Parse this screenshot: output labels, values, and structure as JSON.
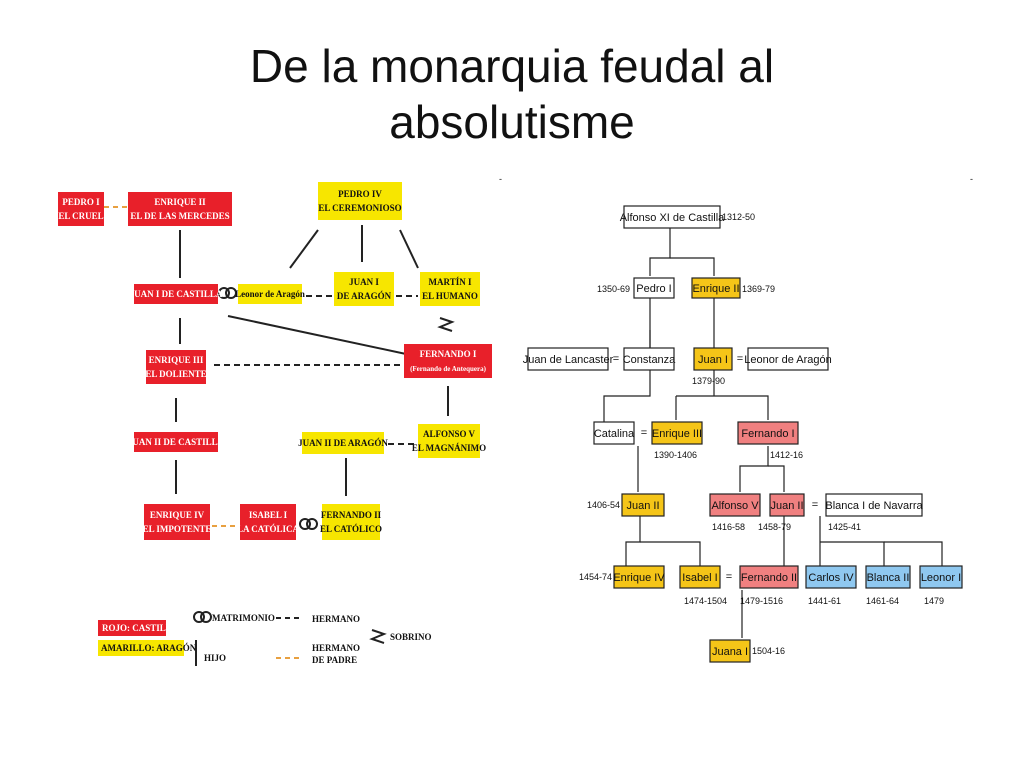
{
  "title": {
    "line1": "De la monarquia feudal al",
    "line2": "absolutisme"
  },
  "colors": {
    "castilla": "#e8202a",
    "aragon": "#f7e600",
    "red_pale": "#f08080",
    "yellow": "#f5c518",
    "blue_pale": "#8fc8f0",
    "line": "#222222",
    "dash_orange": "#e8a040"
  },
  "left_tree": {
    "pedro_i": [
      "PEDRO I",
      "EL CRUEL"
    ],
    "enrique_ii": [
      "ENRIQUE II",
      "EL DE LAS MERCEDES"
    ],
    "pedro_iv": [
      "PEDRO IV",
      "EL CEREMONIOSO"
    ],
    "juan_i_castilla": [
      "JUAN I DE CASTILLA"
    ],
    "leonor": [
      "Leonor de Aragón"
    ],
    "juan_i_aragon": [
      "JUAN I",
      "DE ARAGÓN"
    ],
    "martin_i": [
      "MARTÍN I",
      "EL HUMANO"
    ],
    "enrique_iii": [
      "ENRIQUE III",
      "EL DOLIENTE"
    ],
    "fernando_i": [
      "FERNANDO I",
      "(Fernando de Antequera)"
    ],
    "juan_ii_castilla": [
      "JUAN II DE CASTILLA"
    ],
    "juan_ii_aragon": [
      "JUAN II DE ARAGÓN"
    ],
    "alfonso_v": [
      "ALFONSO V",
      "EL MAGNÁNIMO"
    ],
    "enrique_iv": [
      "ENRIQUE IV",
      "EL IMPOTENTE"
    ],
    "isabel_i": [
      "ISABEL I",
      "LA CATÓLICA"
    ],
    "fernando_ii": [
      "FERNANDO II",
      "EL CATÓLICO"
    ]
  },
  "legend": {
    "rojo": "ROJO: CASTILLA",
    "amarillo": "AMARILLO: ARAGÓN",
    "matrimonio": "MATRIMONIO",
    "hermano": "HERMANO",
    "hijo": "HIJO",
    "sobrino": "SOBRINO",
    "hermano_padre": [
      "HERMANO",
      "DE PADRE"
    ]
  },
  "right_tree": {
    "alfonso_xi": {
      "label": "Alfonso XI de Castilla",
      "years": "1312-50"
    },
    "pedro_i": {
      "label": "Pedro I",
      "years": "1350-69"
    },
    "enrique_ii": {
      "label": "Enrique II",
      "years": "1369-79"
    },
    "juan_lancaster": {
      "label": "Juan de Lancaster"
    },
    "constanza": {
      "label": "Constanza"
    },
    "juan_i": {
      "label": "Juan I",
      "years": "1379-90"
    },
    "leonor_aragon": {
      "label": "Leonor de Aragón"
    },
    "catalina": {
      "label": "Catalina"
    },
    "enrique_iii": {
      "label": "Enrique III",
      "years": "1390-1406"
    },
    "fernando_i": {
      "label": "Fernando I",
      "years": "1412-16"
    },
    "juan_ii": {
      "label": "Juan II",
      "years": "1406-54"
    },
    "alfonso_v": {
      "label": "Alfonso V",
      "years": "1416-58"
    },
    "juan_ii_ar": {
      "label": "Juan II",
      "years": "1458-79"
    },
    "blanca_i": {
      "label": "Blanca I de Navarra",
      "years": "1425-41"
    },
    "enrique_iv": {
      "label": "Enrique IV",
      "years": "1454-74"
    },
    "isabel_i": {
      "label": "Isabel I",
      "years": "1474-1504"
    },
    "fernando_ii": {
      "label": "Fernando II",
      "years": "1479-1516"
    },
    "carlos_iv": {
      "label": "Carlos IV",
      "years": "1441-61"
    },
    "blanca_ii": {
      "label": "Blanca II",
      "years": "1461-64"
    },
    "leonor_i": {
      "label": "Leonor I",
      "years": "1479"
    },
    "juana_i": {
      "label": "Juana I",
      "years": "1504-16"
    },
    "eq": "="
  }
}
